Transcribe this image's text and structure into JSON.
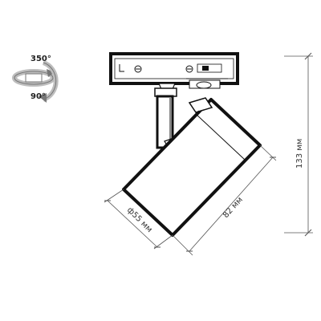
{
  "rotation": {
    "horizontal_label": "350°",
    "vertical_label": "90°"
  },
  "dimensions": {
    "height_label": "133 мм",
    "length_label": "82 мм",
    "diameter_label": "ф55 мм"
  },
  "colors": {
    "outline": "#111111",
    "dimension_line": "#555555",
    "icon_gray": "#bdbdbd"
  }
}
